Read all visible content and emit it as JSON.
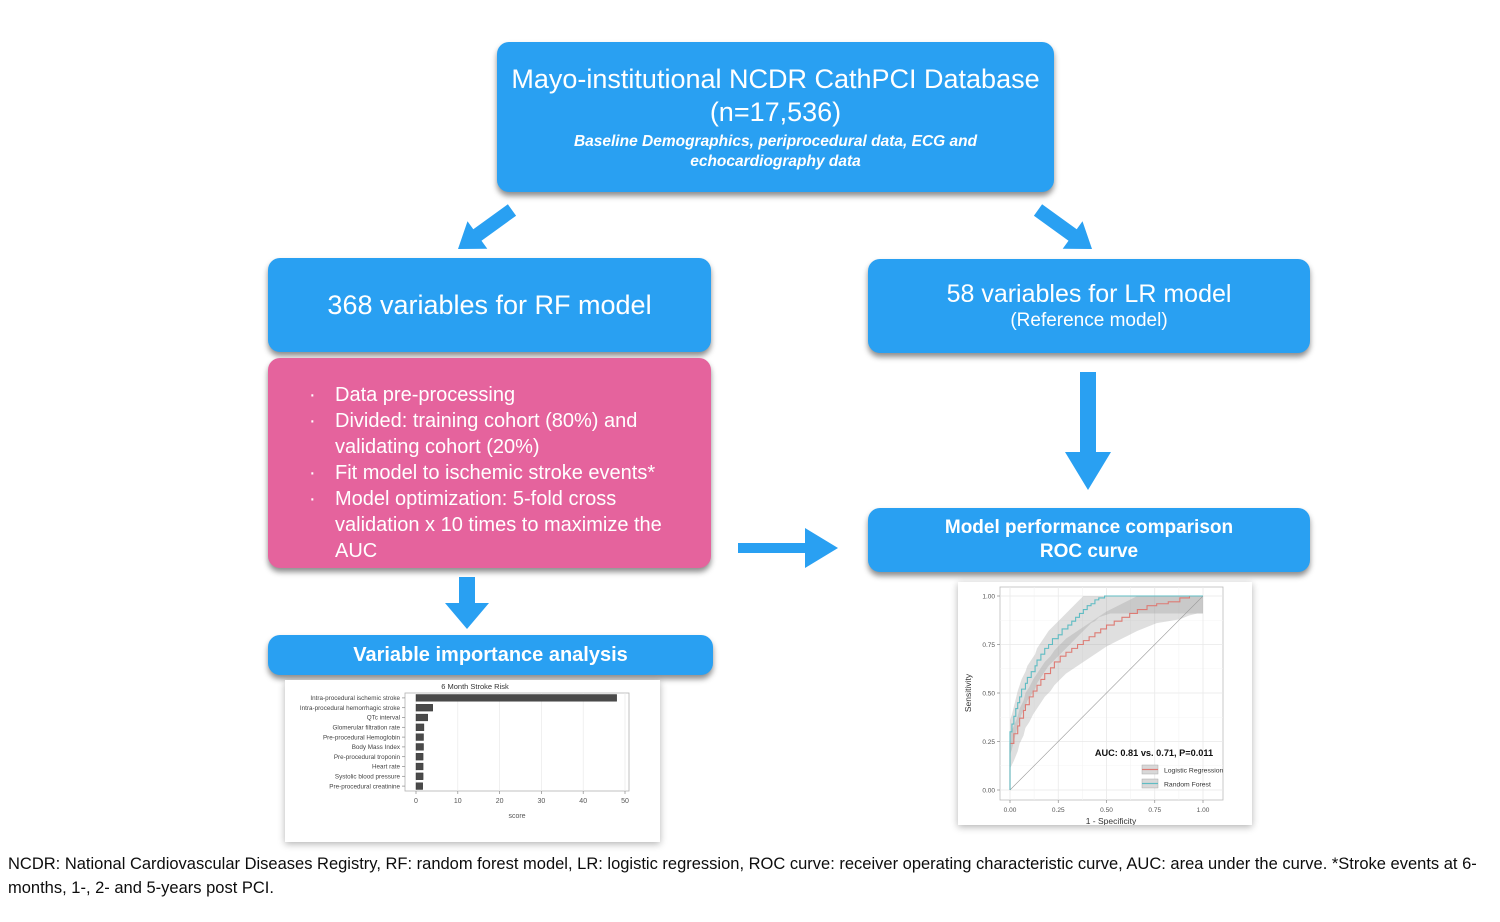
{
  "colors": {
    "box_blue": "#29A0F2",
    "box_pink": "#E5639D",
    "box_text": "#FFFFFF",
    "bar_fill": "#4A4A4A",
    "roc_lr_color": "#DD7B74",
    "roc_rf_color": "#5FBCC3",
    "ci_band_gray": "#9E9E9E"
  },
  "flowchart": {
    "database": {
      "title": "Mayo-institutional NCDR CathPCI Database",
      "n": "(n=17,536)",
      "subtitle": "Baseline Demographics, periprocedural data, ECG and echocardiography data"
    },
    "rf_variables": {
      "title": "368 variables for RF model"
    },
    "processing": {
      "items": [
        "Data pre-processing",
        "Divided: training cohort (80%) and validating cohort (20%)",
        "Fit model to ischemic stroke events*",
        "Model optimization: 5-fold cross validation x 10 times to maximize the AUC"
      ]
    },
    "lr_variables": {
      "title": "58 variables for LR model",
      "subtitle": "(Reference model)"
    },
    "comparison": {
      "line1": "Model performance comparison",
      "line2": "ROC curve"
    },
    "importance": {
      "title": "Variable importance analysis"
    }
  },
  "caption": "NCDR: National Cardiovascular Diseases Registry, RF: random forest model, LR: logistic regression, ROC curve: receiver operating characteristic curve, AUC: area under the curve. *Stroke events at 6-months, 1-, 2- and 5-years post PCI.",
  "chart_data": [
    {
      "type": "bar",
      "orientation": "horizontal",
      "title": "6 Month Stroke Risk",
      "categories": [
        "Intra-procedural ischemic stroke",
        "Intra-procedural hemorrhagic stroke",
        "QTc interval",
        "Glomerular filtration rate",
        "Pre-procedural Hemoglobin",
        "Body Mass Index",
        "Pre-procedural troponin",
        "Heart rate",
        "Systolic blood pressure",
        "Pre-procedural creatinine"
      ],
      "values": [
        48,
        4,
        2.8,
        1.9,
        1.8,
        1.8,
        1.7,
        1.7,
        1.7,
        1.6
      ],
      "xlabel": "score",
      "xticks": [
        0,
        10,
        20,
        30,
        40,
        50
      ],
      "xlim": [
        0,
        50
      ],
      "grid": true,
      "legend_position": "none"
    },
    {
      "type": "line",
      "subtype": "roc-step-curves-with-ci-bands",
      "xlabel": "1 - Specificity",
      "ylabel": "Sensitivity",
      "xtick_labels": [
        "0.00",
        "0.25",
        "0.50",
        "0.75",
        "1.00"
      ],
      "ytick_labels": [
        "0.00",
        "0.25",
        "0.50",
        "0.75",
        "1.00"
      ],
      "xlim": [
        0,
        1
      ],
      "ylim": [
        0,
        1
      ],
      "grid": true,
      "diagonal_reference": true,
      "ci_band": 0.09,
      "annotation": "AUC: 0.81 vs. 0.71, P=0.011",
      "legend_position": "bottom-right-inside",
      "legend": [
        {
          "name": "Logistic Regression",
          "color": "#DD7B74"
        },
        {
          "name": "Random Forest",
          "color": "#5FBCC3"
        }
      ],
      "series": [
        {
          "name": "Logistic Regression",
          "points": [
            [
              0,
              0
            ],
            [
              0,
              0.2
            ],
            [
              0.02,
              0.24
            ],
            [
              0.04,
              0.29
            ],
            [
              0.05,
              0.33
            ],
            [
              0.07,
              0.37
            ],
            [
              0.08,
              0.41
            ],
            [
              0.1,
              0.44
            ],
            [
              0.12,
              0.48
            ],
            [
              0.14,
              0.51
            ],
            [
              0.16,
              0.54
            ],
            [
              0.18,
              0.57
            ],
            [
              0.21,
              0.6
            ],
            [
              0.23,
              0.63
            ],
            [
              0.26,
              0.66
            ],
            [
              0.29,
              0.69
            ],
            [
              0.32,
              0.71
            ],
            [
              0.35,
              0.73
            ],
            [
              0.38,
              0.75
            ],
            [
              0.41,
              0.77
            ],
            [
              0.44,
              0.79
            ],
            [
              0.47,
              0.81
            ],
            [
              0.5,
              0.83
            ],
            [
              0.54,
              0.85
            ],
            [
              0.58,
              0.87
            ],
            [
              0.62,
              0.89
            ],
            [
              0.66,
              0.91
            ],
            [
              0.71,
              0.93
            ],
            [
              0.76,
              0.95
            ],
            [
              0.82,
              0.96
            ],
            [
              0.88,
              0.97
            ],
            [
              0.93,
              0.99
            ],
            [
              0.97,
              1.0
            ],
            [
              1.0,
              1.0
            ]
          ]
        },
        {
          "name": "Random Forest",
          "points": [
            [
              0,
              0
            ],
            [
              0,
              0.27
            ],
            [
              0.01,
              0.3
            ],
            [
              0.02,
              0.34
            ],
            [
              0.03,
              0.38
            ],
            [
              0.04,
              0.42
            ],
            [
              0.05,
              0.45
            ],
            [
              0.06,
              0.48
            ],
            [
              0.08,
              0.52
            ],
            [
              0.09,
              0.55
            ],
            [
              0.11,
              0.58
            ],
            [
              0.13,
              0.61
            ],
            [
              0.14,
              0.64
            ],
            [
              0.16,
              0.67
            ],
            [
              0.18,
              0.7
            ],
            [
              0.2,
              0.73
            ],
            [
              0.22,
              0.75
            ],
            [
              0.25,
              0.78
            ],
            [
              0.27,
              0.8
            ],
            [
              0.3,
              0.83
            ],
            [
              0.32,
              0.85
            ],
            [
              0.34,
              0.87
            ],
            [
              0.36,
              0.89
            ],
            [
              0.38,
              0.91
            ],
            [
              0.4,
              0.93
            ],
            [
              0.42,
              0.95
            ],
            [
              0.44,
              0.96
            ],
            [
              0.46,
              0.98
            ],
            [
              0.49,
              0.99
            ],
            [
              0.52,
              1.0
            ],
            [
              1.0,
              1.0
            ]
          ]
        }
      ]
    }
  ]
}
